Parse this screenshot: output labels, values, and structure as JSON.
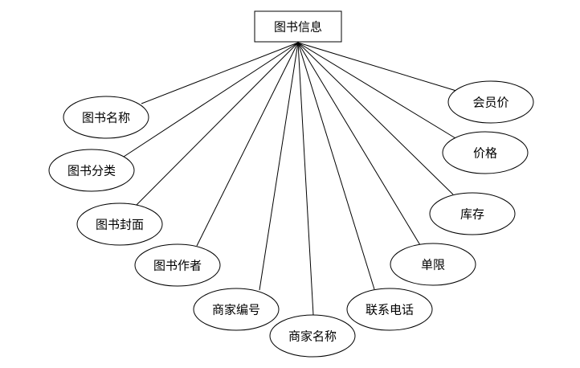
{
  "diagram": {
    "type": "er-entity-attributes",
    "entity": {
      "label": "图书信息"
    },
    "attributes": [
      {
        "label": "图书名称"
      },
      {
        "label": "图书分类"
      },
      {
        "label": "图书封面"
      },
      {
        "label": "图书作者"
      },
      {
        "label": "商家编号"
      },
      {
        "label": "商家名称"
      },
      {
        "label": "联系电话"
      },
      {
        "label": "单限"
      },
      {
        "label": "库存"
      },
      {
        "label": "价格"
      },
      {
        "label": "会员价"
      }
    ],
    "colors": {
      "stroke": "#000000",
      "fill": "#ffffff",
      "text": "#000000"
    }
  }
}
